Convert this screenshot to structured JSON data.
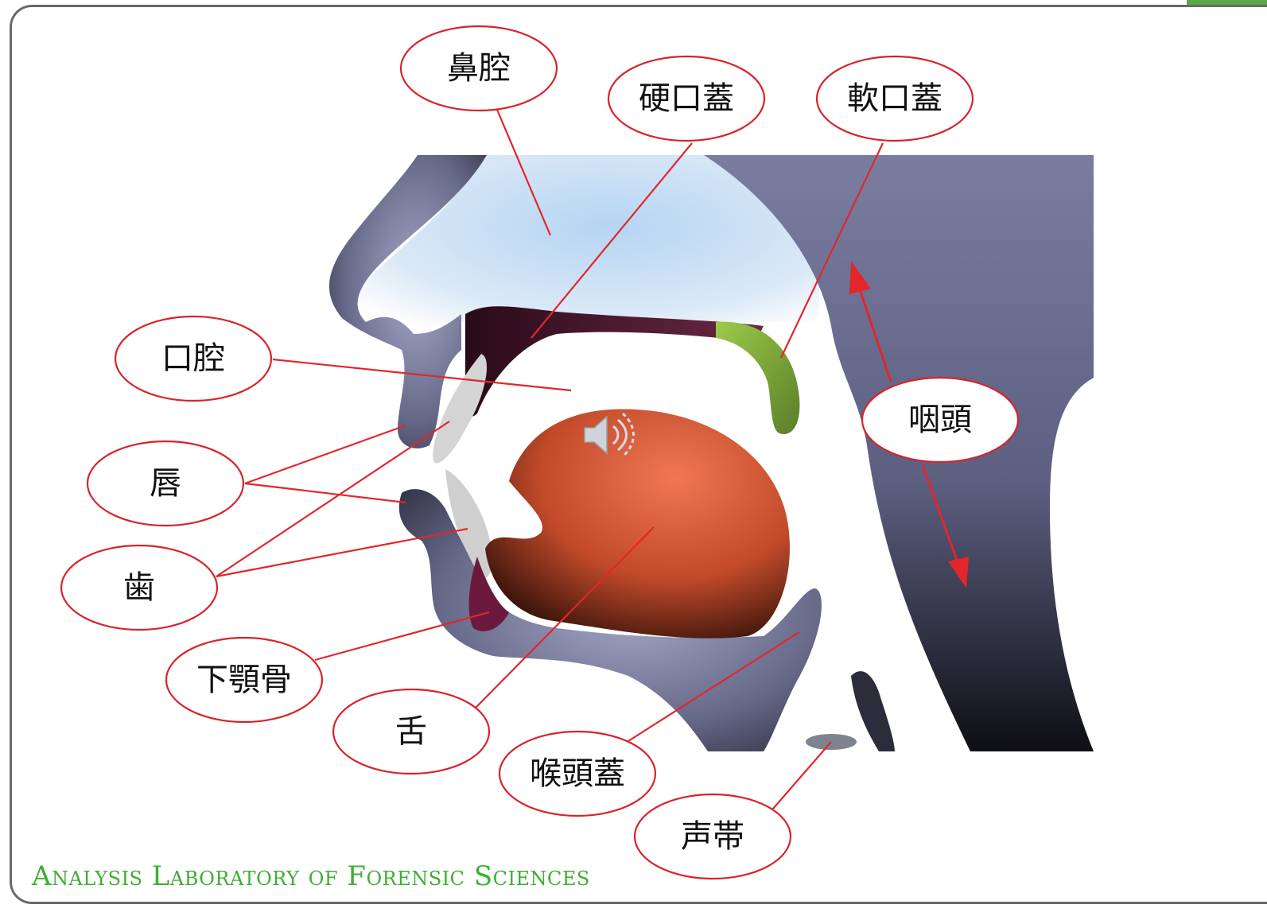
{
  "diagram": {
    "labels": {
      "nasal_cavity": "鼻腔",
      "hard_palate": "硬口蓋",
      "soft_palate": "軟口蓋",
      "oral_cavity": "口腔",
      "pharynx": "咽頭",
      "lips": "唇",
      "teeth": "歯",
      "mandible": "下顎骨",
      "tongue": "舌",
      "epiglottis": "喉頭蓋",
      "vocal_cords": "声帯"
    }
  },
  "footer": {
    "text": "Analysis Laboratory of Forensic Sciences"
  },
  "colors": {
    "label_border": "#d8232a",
    "leader_line": "#e2262c",
    "tissue": "#5c5f80",
    "tongue": "#e06a45",
    "soft_palate": "#7ca23a",
    "hard_palate": "#4a1530",
    "footer_text": "#3fae35"
  },
  "icons": {
    "speaker": "speaker-icon"
  }
}
